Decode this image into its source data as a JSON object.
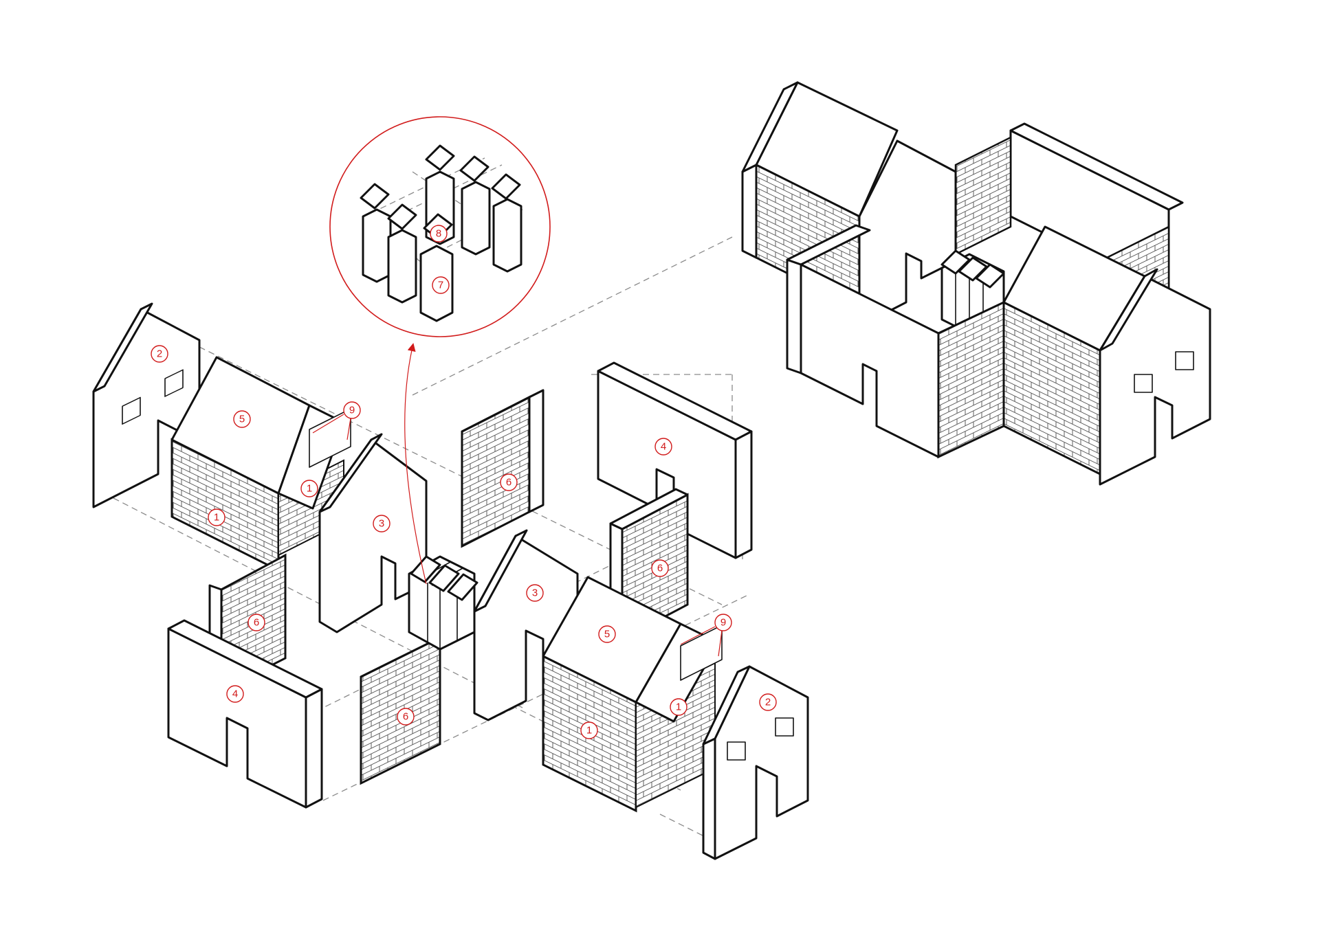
{
  "colors": {
    "line": "#111111",
    "label": "#d11a1a",
    "guide": "#8a8a8a",
    "background": "#ffffff"
  },
  "labels": {
    "brick_wall": "1",
    "gable_end_wall": "2",
    "gable_wall": "3",
    "door_wall": "4",
    "roof": "5",
    "brick_panel": "6",
    "column": "7",
    "column_cap": "8",
    "gutter": "9"
  },
  "detail_callout": {
    "labels": [
      "8",
      "7"
    ]
  }
}
